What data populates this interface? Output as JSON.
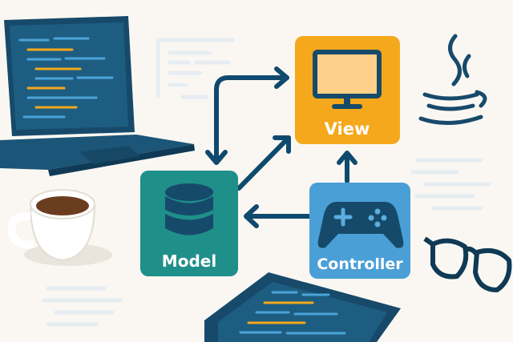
{
  "diagram": {
    "title": "MVC",
    "nodes": [
      {
        "id": "view",
        "label": "View",
        "icon": "monitor-icon",
        "color": "#f5a81c"
      },
      {
        "id": "model",
        "label": "Model",
        "icon": "database-icon",
        "color": "#1f8f8a"
      },
      {
        "id": "controller",
        "label": "Controller",
        "icon": "gamepad-icon",
        "color": "#4a9fd6"
      }
    ],
    "edges": [
      {
        "from": "model",
        "to": "view",
        "bidirectional": true
      },
      {
        "from": "model",
        "to": "view"
      },
      {
        "from": "controller",
        "to": "view"
      },
      {
        "from": "controller",
        "to": "model"
      }
    ],
    "arrow_color": "#0f4a6e"
  }
}
